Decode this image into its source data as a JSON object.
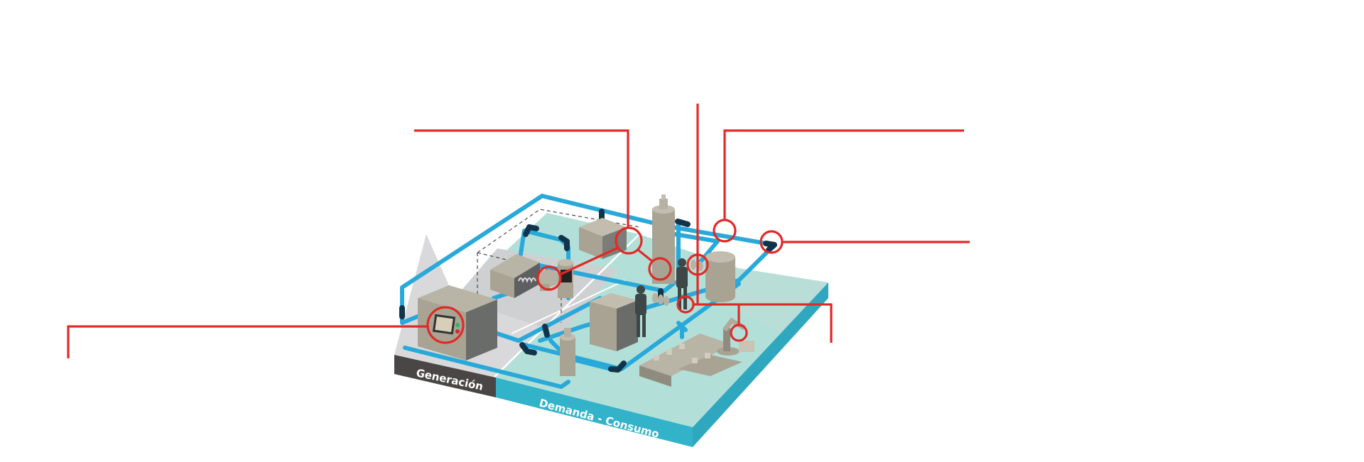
{
  "diagram": {
    "title": "Compressed air system diagram",
    "zones": [
      {
        "id": "generation",
        "label": "Generación"
      },
      {
        "id": "demand",
        "label": "Demanda - Consumo"
      }
    ],
    "colors": {
      "callout": "#e02a27",
      "pipe": "#29a9d9",
      "pipe_joint": "#12344a",
      "floor_demand": "#b2e0d8",
      "side_demand": "#33b3c9",
      "floor_generation": "#d9d9db",
      "side_generation": "#4a4646",
      "equipment": "#a8a393",
      "equipment_dark": "#6a6c6a",
      "worker": "#3d4747"
    },
    "callouts": [
      {
        "id": "controller",
        "target": "compressor control panel"
      },
      {
        "id": "compressor-intake",
        "target": "compressor / dryer connection"
      },
      {
        "id": "filter",
        "target": "line filter"
      },
      {
        "id": "regulator",
        "target": "point-of-use regulator"
      },
      {
        "id": "main-line",
        "target": "main distribution line"
      },
      {
        "id": "line-end",
        "target": "pipe elbow / end of line"
      },
      {
        "id": "hose",
        "target": "tool hose connection"
      },
      {
        "id": "robot",
        "target": "production robot"
      }
    ]
  }
}
